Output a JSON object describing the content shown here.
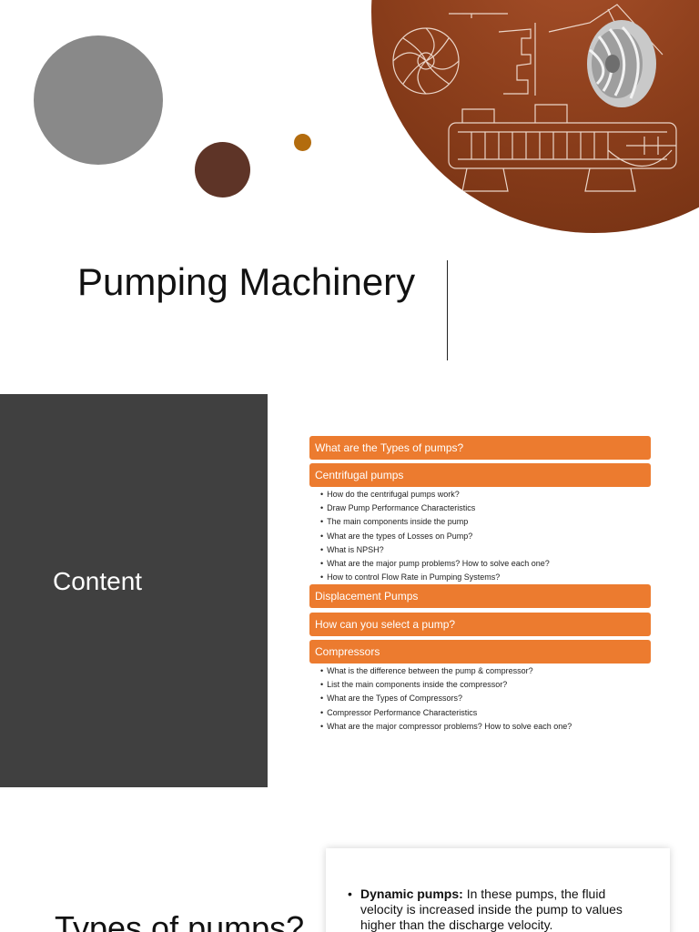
{
  "slide1": {
    "title": "Pumping Machinery",
    "colors": {
      "gray_circle": "#898989",
      "brown_circle": "#5e3427",
      "gold_circle": "#b36c0e",
      "hero": "#8d3f1c"
    },
    "hero_image": "pump-engineering-drawing-with-turbine-impeller"
  },
  "slide2": {
    "title": "Content",
    "colors": {
      "panel": "#404040",
      "bar": "#ec7b2f"
    },
    "sections": [
      {
        "label": "What are the Types of pumps?",
        "items": []
      },
      {
        "label": "Centrifugal pumps",
        "items": [
          "How do the centrifugal pumps work?",
          "Draw Pump Performance Characteristics",
          "The main components inside the pump",
          "What are the types of Losses on Pump?",
          "What is NPSH?",
          "What are the major pump problems? How to solve each one?",
          "How to control Flow Rate in Pumping Systems?"
        ]
      },
      {
        "label": "Displacement Pumps",
        "items": []
      },
      {
        "label": "How can you select a pump?",
        "items": []
      },
      {
        "label": "Compressors",
        "items": [
          "What is the difference between the pump & compressor?",
          "List the main components inside the compressor?",
          "What are the Types of Compressors?",
          "Compressor Performance Characteristics",
          "What are the major compressor problems? How to solve each one?"
        ]
      }
    ]
  },
  "slide3": {
    "title": "Types of pumps?",
    "bullet_term": "Dynamic pumps:",
    "bullet_text": " In these pumps, the fluid velocity is increased inside the pump to values higher than the discharge velocity."
  }
}
